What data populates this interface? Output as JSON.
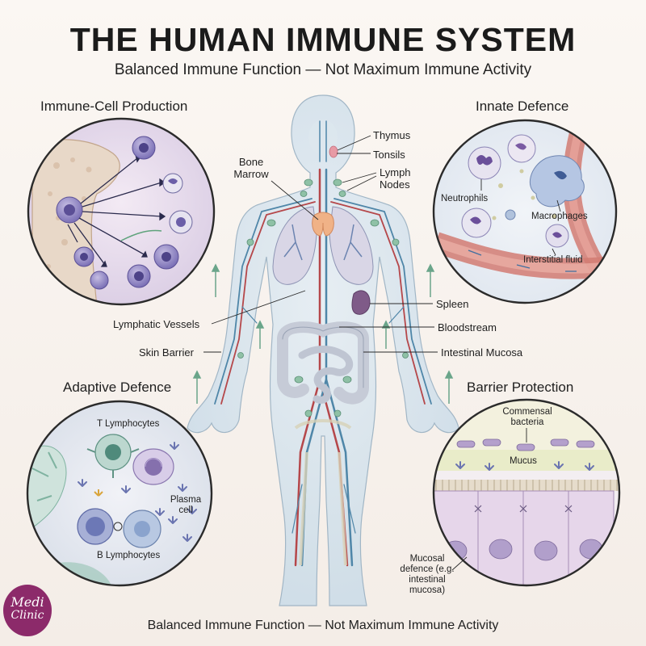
{
  "header": {
    "title": "THE HUMAN IMMUNE SYSTEM",
    "subtitle": "Balanced Immune Function — Not Maximum Immune Activity"
  },
  "footer": {
    "text": "Balanced Immune Function — Not Maximum Immune Activity"
  },
  "panels": {
    "production": {
      "title": "Immune-Cell Production"
    },
    "innate": {
      "title": "Innate Defence",
      "neutrophils": "Neutrophils",
      "macrophages": "Macrophages",
      "interstitial": "Interstitial fluid"
    },
    "adaptive": {
      "title": "Adaptive Defence",
      "t_cells": "T Lymphocytes",
      "plasma": "Plasma cell",
      "b_cells": "B Lymphocytes"
    },
    "barrier": {
      "title": "Barrier Protection",
      "commensal": "Commensal bacteria",
      "mucus": "Mucus",
      "mucosal": "Mucosal defence (e.g. intestinal mucosa)"
    }
  },
  "body_labels": {
    "thymus": "Thymus",
    "tonsils": "Tonsils",
    "lymph_nodes": "Lymph Nodes",
    "bone_marrow": "Bone Marrow",
    "spleen": "Spleen",
    "bloodstream": "Bloodstream",
    "intestinal_mucosa": "Intestinal Mucosa",
    "lymphatic_vessels": "Lymphatic Vessels",
    "skin_barrier": "Skin Barrier"
  },
  "logo": {
    "line1": "Medi",
    "line2": "Clinic"
  },
  "colors": {
    "vein": "#4f86a8",
    "artery": "#b5474a",
    "skin": "#d5e3ec",
    "thymus": "#f0b287",
    "spleen": "#7f5b88",
    "logo": "#8c2a6a"
  }
}
